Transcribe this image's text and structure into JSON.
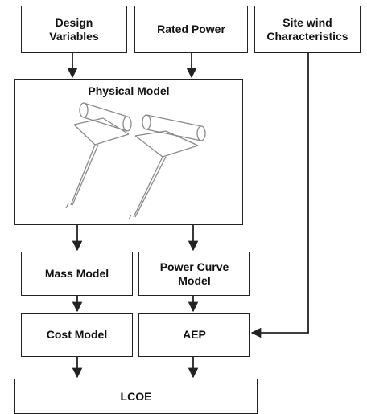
{
  "nodes": {
    "design_variables": {
      "line1": "Design",
      "line2": "Variables"
    },
    "rated_power": {
      "label": "Rated Power"
    },
    "site_wind": {
      "line1": "Site wind",
      "line2": "Characteristics"
    },
    "physical_model": {
      "label": "Physical Model"
    },
    "mass_model": {
      "label": "Mass Model"
    },
    "power_curve": {
      "line1": "Power Curve",
      "line2": "Model"
    },
    "cost_model": {
      "label": "Cost Model"
    },
    "aep": {
      "label": "AEP"
    },
    "lcoe": {
      "label": "LCOE"
    }
  },
  "colors": {
    "stroke": "#222222",
    "fill": "#ffffff",
    "turbine": "#8a8a8a"
  }
}
